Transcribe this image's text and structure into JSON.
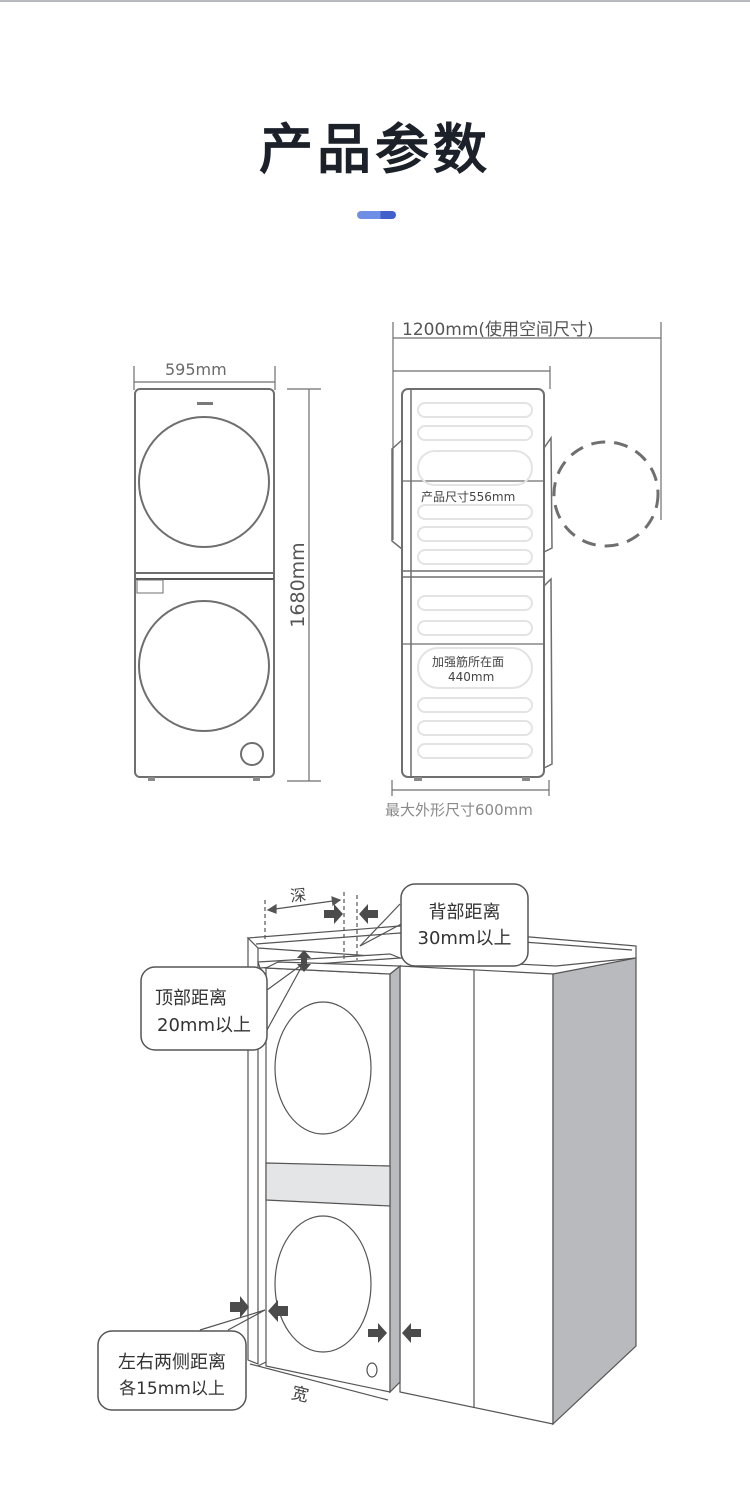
{
  "header": {
    "title": "产品参数"
  },
  "front_view": {
    "width_label": "595mm",
    "height_label": "1680mm"
  },
  "side_view": {
    "usage_space_label": "1200mm(使用空间尺寸)",
    "product_size_label": "产品尺寸556mm",
    "reinforce_label_line1": "加强筋所在面",
    "reinforce_label_line2": "440mm",
    "max_size_label": "最大外形尺寸600mm"
  },
  "installation": {
    "depth_label": "深",
    "width_label": "宽",
    "back_callout": {
      "line1": "背部距离",
      "line2": "30mm以上"
    },
    "top_callout": {
      "line1": "顶部距离",
      "line2": "20mm以上"
    },
    "side_callout": {
      "line1": "左右两侧距离",
      "line2": "各15mm以上"
    }
  },
  "colors": {
    "title": "#1c2129",
    "accent": "#5b7bdc",
    "line": "#6f6f6f",
    "cabinet_side": "#b9babd"
  }
}
